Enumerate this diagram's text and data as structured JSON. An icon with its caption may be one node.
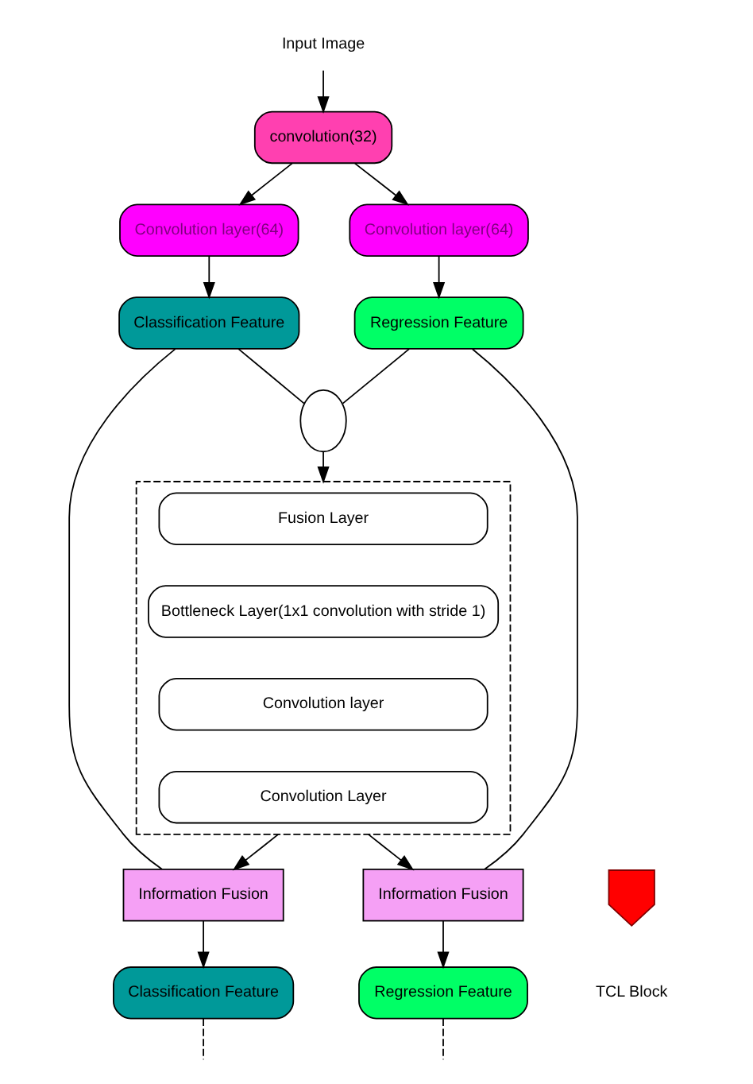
{
  "diagram": {
    "nodes": [
      {
        "text": [
          "Input Image"
        ]
      },
      {
        "text": [
          "convolution(32)"
        ]
      },
      {
        "text": [
          "Convolution layer(64)"
        ]
      },
      {
        "text": [
          "Convolution layer(64)"
        ]
      },
      {
        "text": [
          "Classification Feature"
        ]
      },
      {
        "text": [
          "Regression Feature"
        ]
      },
      {
        "text": [],
        "shape": "circle"
      },
      {
        "text": [],
        "shape": "box"
      },
      {
        "text": [
          "Fusion Layer"
        ],
        "in": 7
      },
      {
        "text": [
          "Bottleneck Layer(1x1 convolution with stride 1)"
        ],
        "in": 7
      },
      {
        "text": [
          "Convolution layer"
        ],
        "in": 7
      },
      {
        "text": [
          "Convolution Layer"
        ],
        "in": 7
      },
      {
        "text": [
          "Information Fusion"
        ]
      },
      {
        "text": [
          "Information Fusion"
        ]
      },
      {
        "text": [
          "Classification Feature"
        ]
      },
      {
        "text": [
          "Regression Feature"
        ]
      },
      {
        "text": [],
        "shape": "arrow",
        "beside": [
          "TCL Block"
        ]
      }
    ],
    "edges": [
      {
        "from": 0,
        "to": 1,
        "arrow": "to"
      },
      {
        "from": 1,
        "to": 2,
        "arrow": "to"
      },
      {
        "from": 1,
        "to": 3,
        "arrow": "to"
      },
      {
        "from": 2,
        "to": 4,
        "arrow": "to"
      },
      {
        "from": 3,
        "to": 5,
        "arrow": "to"
      },
      {
        "from": 4,
        "to": 6,
        "arrow": "none"
      },
      {
        "from": 5,
        "to": 6,
        "arrow": "none"
      },
      {
        "from": 6,
        "to": 7,
        "arrow": "to"
      },
      {
        "from": 4,
        "to": 12,
        "arrow": "none"
      },
      {
        "from": 5,
        "to": 13,
        "arrow": "none"
      },
      {
        "from": 7,
        "to": 12,
        "arrow": "to"
      },
      {
        "from": 7,
        "to": 13,
        "arrow": "to"
      },
      {
        "from": 12,
        "to": 14,
        "arrow": "to"
      },
      {
        "from": 13,
        "to": 15,
        "arrow": "to"
      },
      {
        "from": 14,
        "to": null,
        "arrow": "none",
        "style": "dashed"
      },
      {
        "from": 15,
        "to": null,
        "arrow": "none",
        "style": "dashed"
      }
    ]
  }
}
